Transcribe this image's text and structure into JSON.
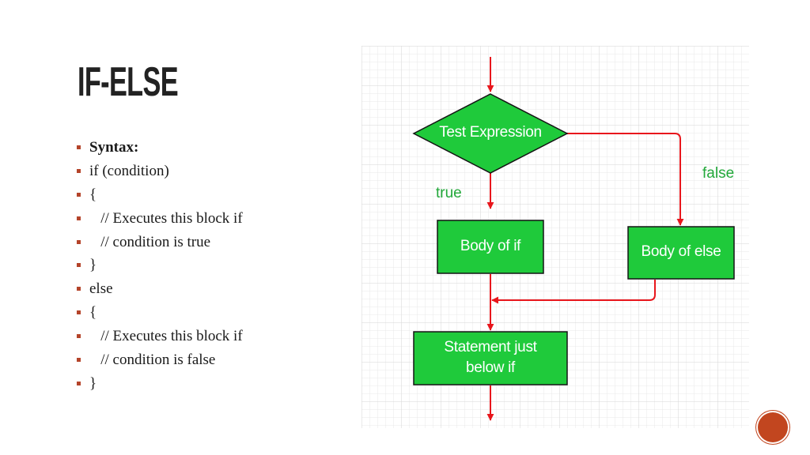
{
  "title": "IF-ELSE",
  "bullets": [
    {
      "text": "Syntax:",
      "bold": true
    },
    {
      "text": "if (condition)"
    },
    {
      "text": "{"
    },
    {
      "text": "   // Executes this block if"
    },
    {
      "text": "   // condition is true"
    },
    {
      "text": "}"
    },
    {
      "text": "else"
    },
    {
      "text": "{"
    },
    {
      "text": "   // Executes this block if"
    },
    {
      "text": "   // condition is false"
    },
    {
      "text": "}"
    }
  ],
  "flowchart": {
    "decision": "Test Expression",
    "true_label": "true",
    "false_label": "false",
    "body_if": "Body of if",
    "body_else": "Body of else",
    "statement_line1": "Statement just",
    "statement_line2": "below if"
  },
  "colors": {
    "node_fill": "#1fca3b",
    "node_stroke": "#141414",
    "arrow": "#e8161c",
    "branch_text": "#22a83a",
    "bullet_marker": "#b4442a",
    "badge": "#c2461f"
  }
}
